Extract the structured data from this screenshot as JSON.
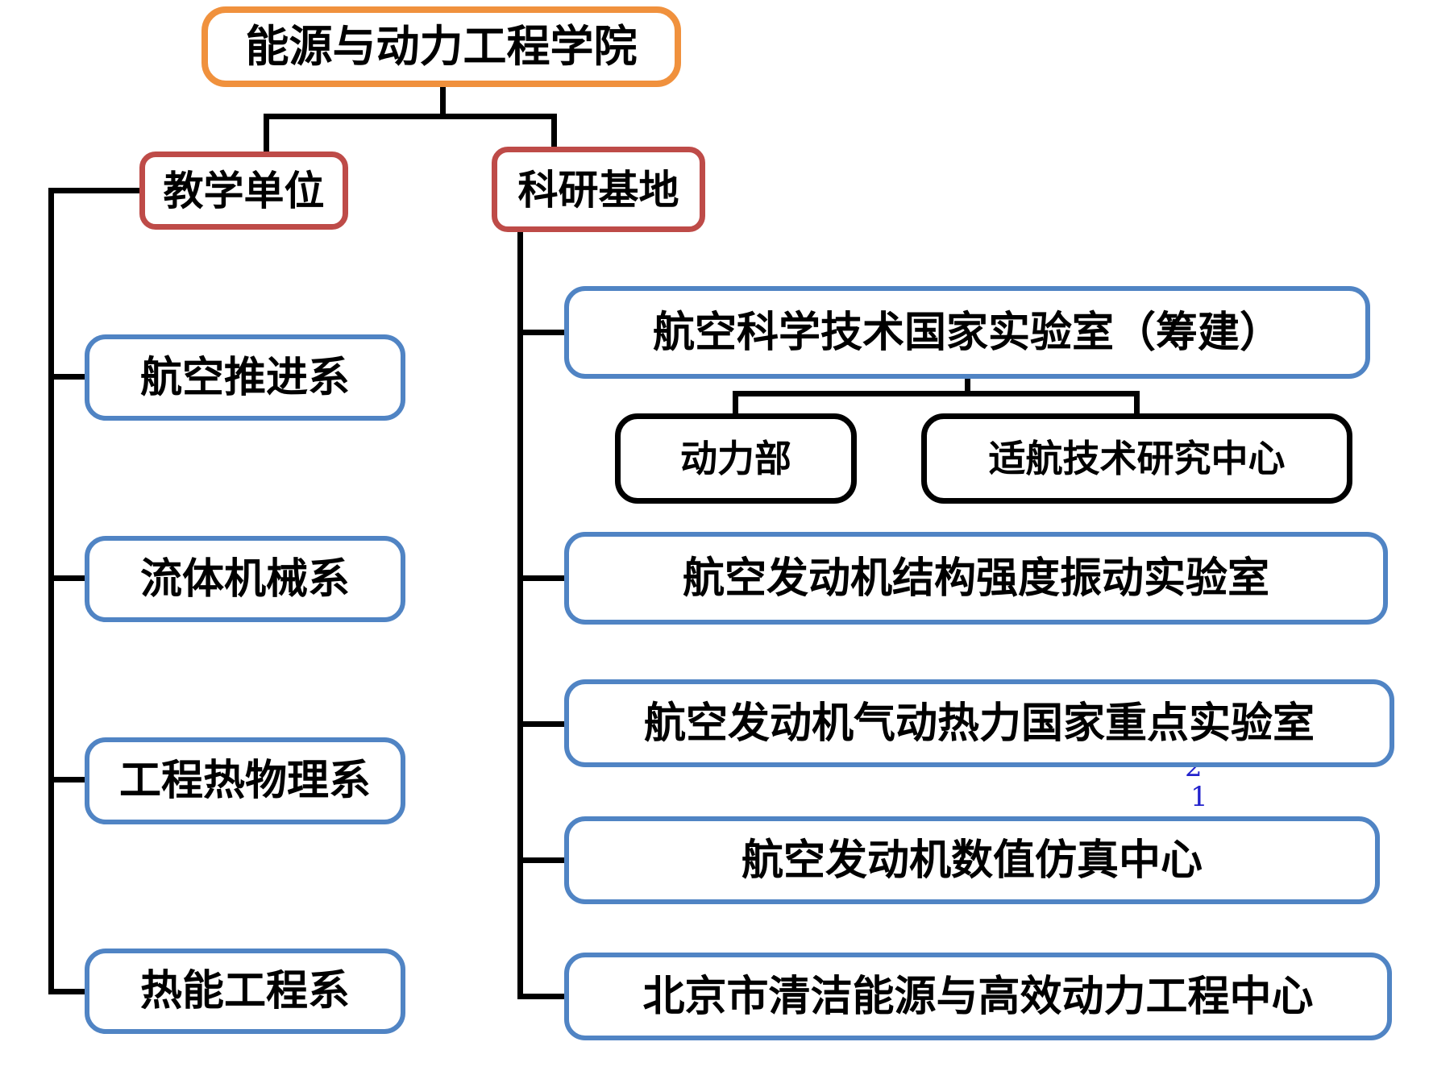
{
  "diagram": {
    "type": "org-chart",
    "nodes": {
      "root": "能源与动力工程学院",
      "teaching": "教学单位",
      "research": "科研基地",
      "dept_aero_propulsion": "航空推进系",
      "dept_fluid_machinery": "流体机械系",
      "dept_engineering_thermophysics": "工程热物理系",
      "dept_thermal_energy": "热能工程系",
      "lab_national_aeronautical": "航空科学技术国家实验室（筹建）",
      "sub_power_department": "动力部",
      "sub_airworthiness_center": "适航技术研究中心",
      "lab_structure_vibration": "航空发动机结构强度振动实验室",
      "lab_aerothermodynamics": "航空发动机气动热力国家重点实验室",
      "center_numerical_simulation": "航空发动机数值仿真中心",
      "center_beijing_clean_energy": "北京市清洁能源与高效动力工程中心"
    },
    "hierarchy": {
      "root": "能源与动力工程学院",
      "branches": [
        {
          "label": "教学单位",
          "children": [
            "航空推进系",
            "流体机械系",
            "工程热物理系",
            "热能工程系"
          ]
        },
        {
          "label": "科研基地",
          "children": [
            {
              "label": "航空科学技术国家实验室（筹建）",
              "children": [
                "动力部",
                "适航技术研究中心"
              ]
            },
            "航空发动机结构强度振动实验室",
            "航空发动机气动热力国家重点实验室",
            "航空发动机数值仿真中心",
            "北京市清洁能源与高效动力工程中心"
          ]
        }
      ]
    },
    "annotations": {
      "num_top": "2",
      "num_bottom": "1"
    },
    "colors": {
      "root_border": "#F0913D",
      "category_border": "#BE4B48",
      "item_border": "#5084C4",
      "sub_item_border": "#000000",
      "connector": "#000000",
      "annotation_text": "#2222CC",
      "background": "#FFFFFF",
      "text": "#000000"
    }
  }
}
